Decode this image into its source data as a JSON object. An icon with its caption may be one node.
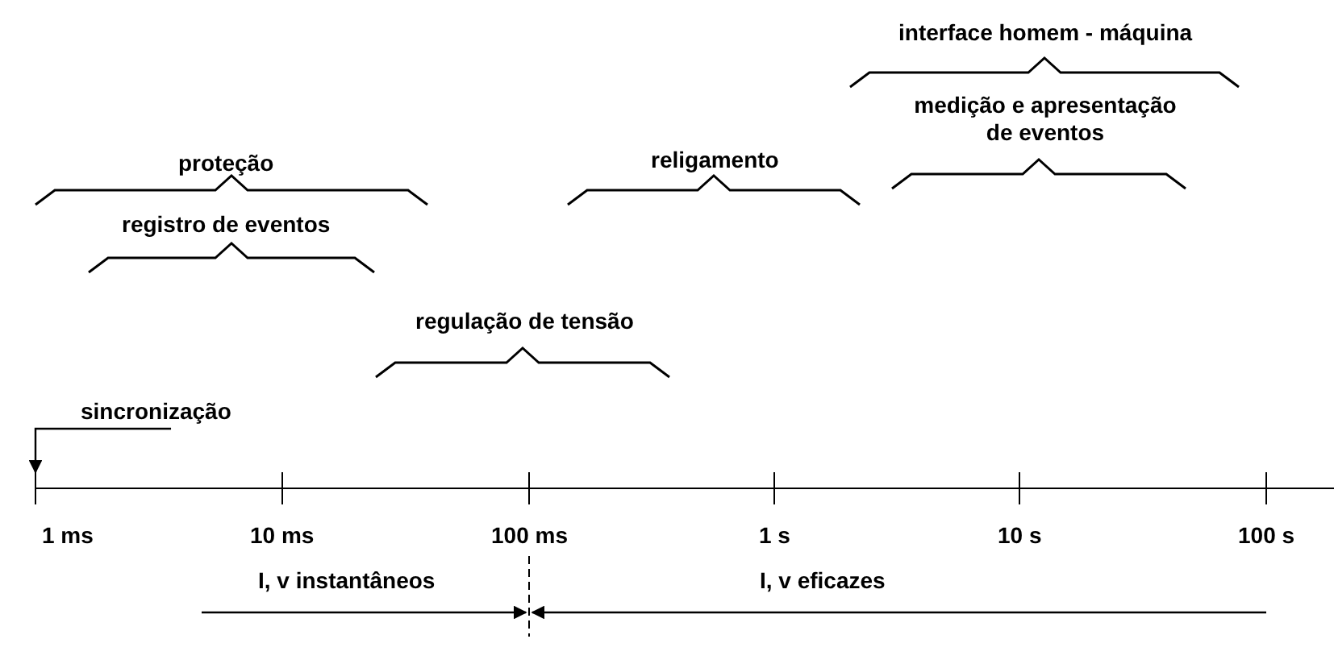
{
  "diagram": {
    "nodes": [
      {
        "text": [
          "sincronização"
        ]
      },
      {
        "text": [],
        "shape": "bar"
      }
    ],
    "edges": [
      {
        "from": 0,
        "to": 1,
        "arrow": "to"
      }
    ],
    "labels": [
      "interface homem - máquina",
      "medição e apresentação de eventos",
      "proteção",
      "religamento",
      "registro de eventos",
      "regulação de tensão",
      "1 ms",
      "10 ms",
      "100 ms",
      "1 s",
      "10 s",
      "100 s",
      "I, v instantâneos",
      "I, v eficazes"
    ]
  }
}
